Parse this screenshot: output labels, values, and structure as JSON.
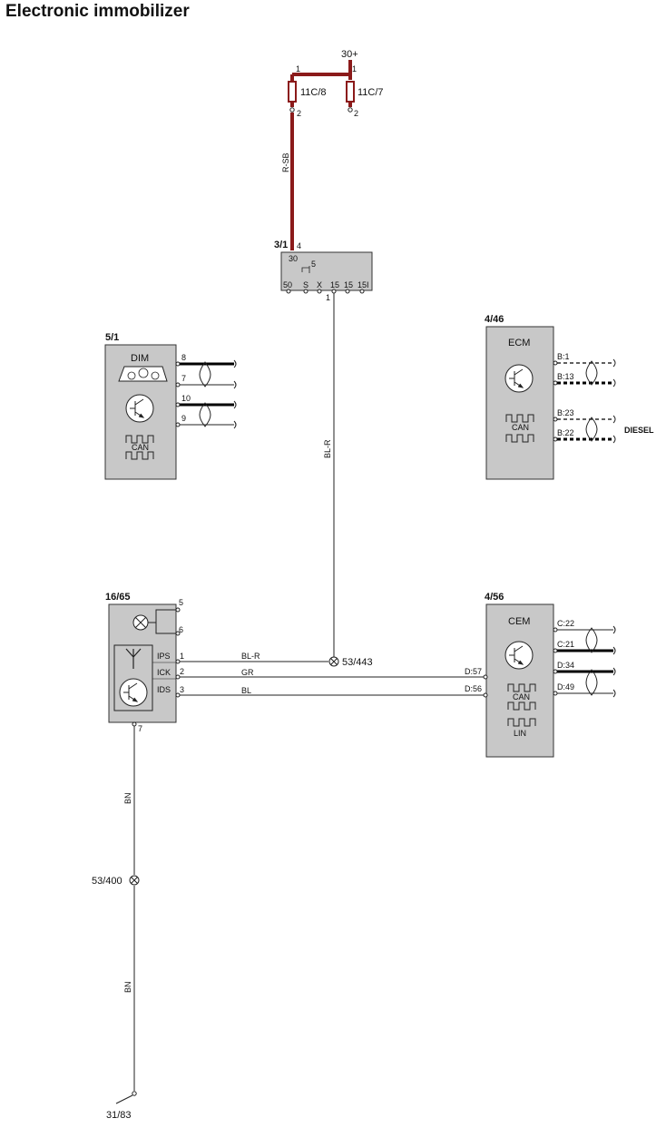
{
  "title": "Electronic immobilizer",
  "power": {
    "supply": "30+",
    "fuse_a": {
      "label": "11C/8",
      "pin_top": "1",
      "pin_bottom": "2"
    },
    "fuse_b": {
      "label": "11C/7",
      "pin_top": "1",
      "pin_bottom": "2"
    },
    "wire_color": "R-SB"
  },
  "ignition_switch": {
    "id": "3/1",
    "pin_in": "4",
    "term_30": "30",
    "term_5": "5",
    "terminals": [
      "50",
      "S",
      "X",
      "15",
      "15",
      "15I"
    ],
    "pin_out": "1",
    "out_wire": "BL-R"
  },
  "dim": {
    "id": "5/1",
    "name": "DIM",
    "can": "CAN",
    "pins": [
      "8",
      "7",
      "10",
      "9"
    ]
  },
  "ecm": {
    "id": "4/46",
    "name": "ECM",
    "can": "CAN",
    "pins": [
      "B:1",
      "B:13",
      "B:23",
      "B:22"
    ],
    "note": "DIESEL"
  },
  "immobilizer": {
    "id": "16/65",
    "pins_top": [
      "5",
      "6"
    ],
    "ports": [
      {
        "name": "IPS",
        "pin": "1",
        "wire": "BL-R"
      },
      {
        "name": "ICK",
        "pin": "2",
        "wire": "GR"
      },
      {
        "name": "IDS",
        "pin": "3",
        "wire": "BL"
      }
    ],
    "ground_pin": "7",
    "ground_wire": "BN"
  },
  "cem": {
    "id": "4/56",
    "name": "CEM",
    "can": "CAN",
    "lin": "LIN",
    "in_pins": [
      "D:57",
      "D:56"
    ],
    "pins": [
      "C:22",
      "C:21",
      "D:34",
      "D:49"
    ]
  },
  "splices": {
    "a": "53/443",
    "b": "53/400"
  },
  "ground": {
    "label": "31/83",
    "wire": "BN"
  },
  "colors": {
    "fuse_wire": "#8b1a1a",
    "box_fill": "#c8c8c8"
  }
}
